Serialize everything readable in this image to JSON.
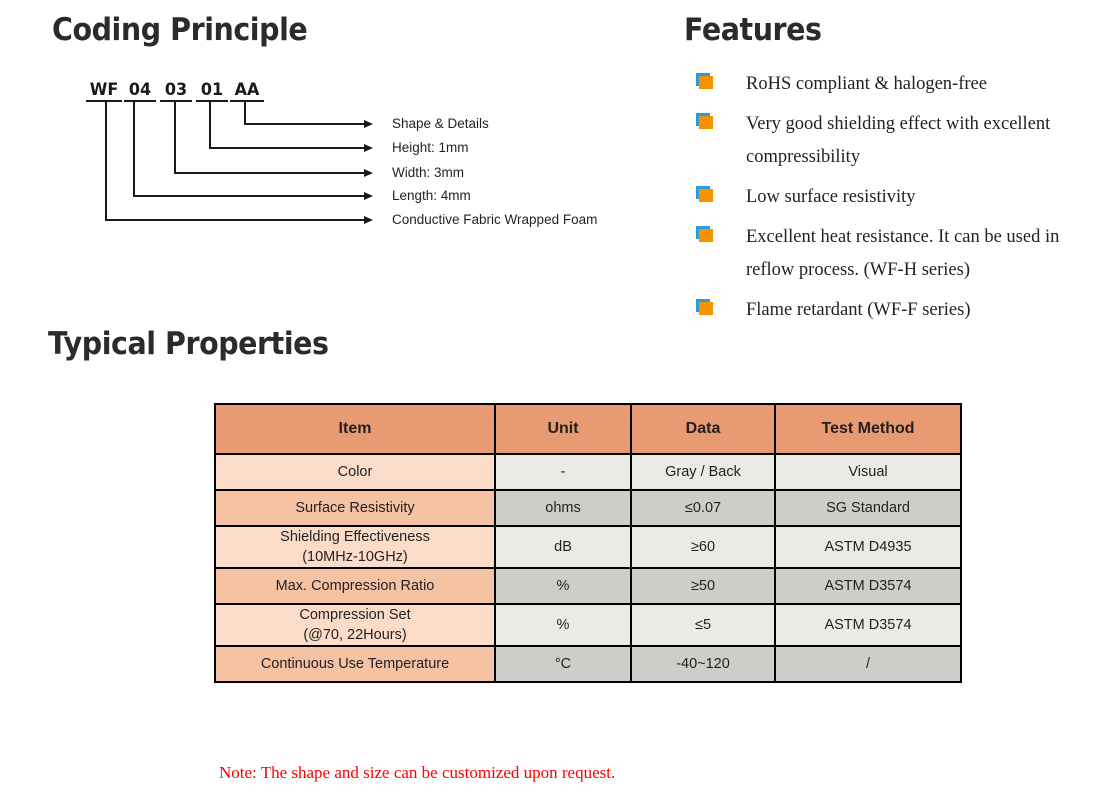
{
  "sections": {
    "coding_title": "Coding Principle",
    "features_title": "Features",
    "properties_title": "Typical Properties"
  },
  "coding": {
    "segments": [
      {
        "code": "WF"
      },
      {
        "code": "04"
      },
      {
        "code": "03"
      },
      {
        "code": "01"
      },
      {
        "code": "AA"
      }
    ],
    "callouts": [
      {
        "label": "Shape & Details"
      },
      {
        "label": "Height: 1mm"
      },
      {
        "label": "Width: 3mm"
      },
      {
        "label": "Length: 4mm"
      },
      {
        "label": "Conductive Fabric Wrapped Foam"
      }
    ]
  },
  "features": {
    "bullet_colors": {
      "front": "#f49200",
      "back": "#2e9bd6"
    },
    "items": [
      "RoHS compliant & halogen-free",
      "Very good shielding effect with excellent compressibility",
      "Low surface resistivity",
      "Excellent heat resistance. It can be used in reflow process. (WF-H series)",
      "Flame retardant (WF-F series)"
    ]
  },
  "properties_table": {
    "colors": {
      "header": "#e89b72",
      "item_light": "#fbdcc8",
      "item_dark": "#f5c2a3",
      "value_light": "#eaebe5",
      "value_dark": "#cbcec9",
      "border": "#000000"
    },
    "columns": [
      "Item",
      "Unit",
      "Data",
      "Test Method"
    ],
    "rows": [
      {
        "item": "Color",
        "item_line2": "",
        "unit": "-",
        "data": "Gray / Back",
        "method": "Visual"
      },
      {
        "item": "Surface Resistivity",
        "item_line2": "",
        "unit": "ohms",
        "data": "≤0.07",
        "method": "SG Standard"
      },
      {
        "item": "Shielding Effectiveness",
        "item_line2": "(10MHz-10GHz)",
        "unit": "dB",
        "data": "≥60",
        "method": "ASTM D4935"
      },
      {
        "item": "Max. Compression Ratio",
        "item_line2": "",
        "unit": "%",
        "data": "≥50",
        "method": "ASTM D3574"
      },
      {
        "item": "Compression Set",
        "item_line2": "(@70, 22Hours)",
        "unit": "%",
        "data": "≤5",
        "method": "ASTM D3574"
      },
      {
        "item": "Continuous Use Temperature",
        "item_line2": "",
        "unit": "°C",
        "data": "-40~120",
        "method": "/"
      }
    ],
    "note": "Note: The shape and size can be customized upon request.",
    "note_color": "#ff0000"
  }
}
